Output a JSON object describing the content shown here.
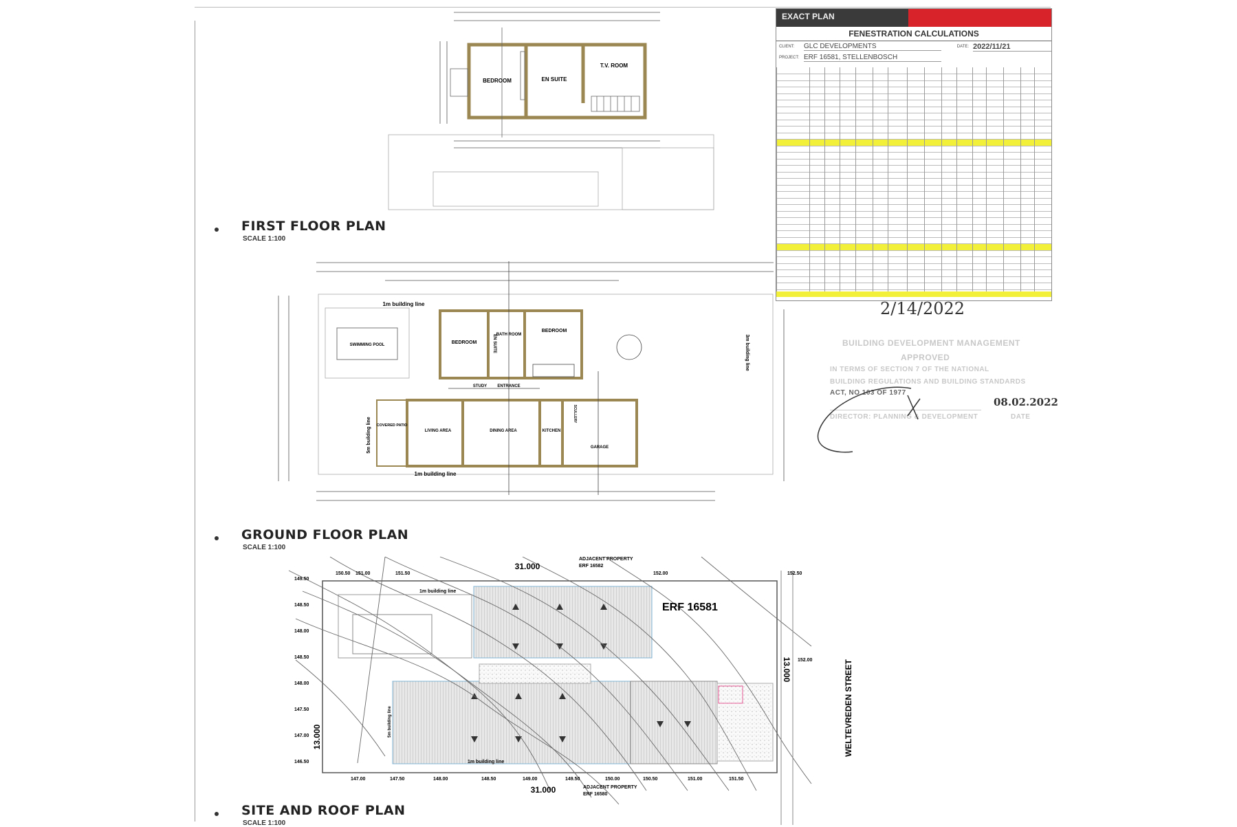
{
  "sections": {
    "first_floor": {
      "title": "FIRST FLOOR PLAN",
      "scale": "SCALE 1:100"
    },
    "ground_floor": {
      "title": "GROUND FLOOR PLAN",
      "scale": "SCALE 1:100"
    },
    "site_roof": {
      "title": "SITE AND ROOF PLAN",
      "scale": "SCALE 1:100"
    }
  },
  "first_floor_rooms": {
    "bedroom": "BEDROOM",
    "en_suite": "EN SUITE",
    "tv_room": "T.V. ROOM"
  },
  "ground_floor_rooms": {
    "pool": "SWIMMING POOL",
    "bedroom_1": "BEDROOM",
    "en_suite": "EN SUITE",
    "bathroom": "BATH ROOM",
    "bedroom_2": "BEDROOM",
    "study": "STUDY",
    "entrance": "ENTRANCE",
    "covered_patio": "COVERED PATIO",
    "living_area": "LIVING AREA",
    "dining_area": "DINING AREA",
    "kitchen": "KITCHEN",
    "scullery": "SCULLERY",
    "garage": "GARAGE",
    "building_line_1m": "1m building line",
    "building_line_5m": "5m building line",
    "building_line_3m": "3m building line"
  },
  "site": {
    "erf": "ERF 16581",
    "street": "WELTEVREDEN STREET",
    "width": "31.000",
    "depth": "13.000",
    "adjacent_label": "ADJACENT PROPERTY",
    "adjacent_top": "ERF 16582",
    "adjacent_bottom": "ERF 16580",
    "building_line_1m": "1m building line",
    "building_line_5m": "5m building line",
    "left_levels": [
      "149.50",
      "148.50",
      "148.00",
      "148.50",
      "148.00",
      "147.50",
      "147.00",
      "146.50"
    ],
    "top_levels": [
      "150.50",
      "151.00",
      "151.50",
      "152.00",
      "152.50"
    ],
    "bottom_levels": [
      "147.00",
      "147.50",
      "148.00",
      "148.50",
      "149.00",
      "149.50",
      "150.00",
      "150.50",
      "151.00",
      "151.50"
    ],
    "right_level": "152.00"
  },
  "fenestration": {
    "brand": "EXACT PLAN",
    "title": "FENESTRATION CALCULATIONS",
    "client_label": "CLIENT:",
    "client": "GLC DEVELOPMENTS",
    "date_label": "DATE:",
    "date": "2022/11/21",
    "project_label": "PROJECT:",
    "project": "ERF 16581, STELLENBOSCH"
  },
  "stamp": {
    "handwritten_date": "2/14/2022",
    "line1": "BUILDING DEVELOPMENT MANAGEMENT",
    "line2": "APPROVED",
    "line3": "IN TERMS OF SECTION 7 OF THE NATIONAL",
    "line4": "BUILDING REGULATIONS AND BUILDING STANDARDS",
    "line5": "ACT, NO 103 OF 1977",
    "line6": "DIRECTOR: PLANNING & DEVELOPMENT",
    "date_label": "DATE",
    "signed_date": "08.02.2022"
  },
  "colors": {
    "wall": "#9a8752",
    "brand_red": "#d8232a",
    "highlight": "#f3f03a",
    "blue_note": "#2a8fd0",
    "pink_note": "#e0307a"
  }
}
